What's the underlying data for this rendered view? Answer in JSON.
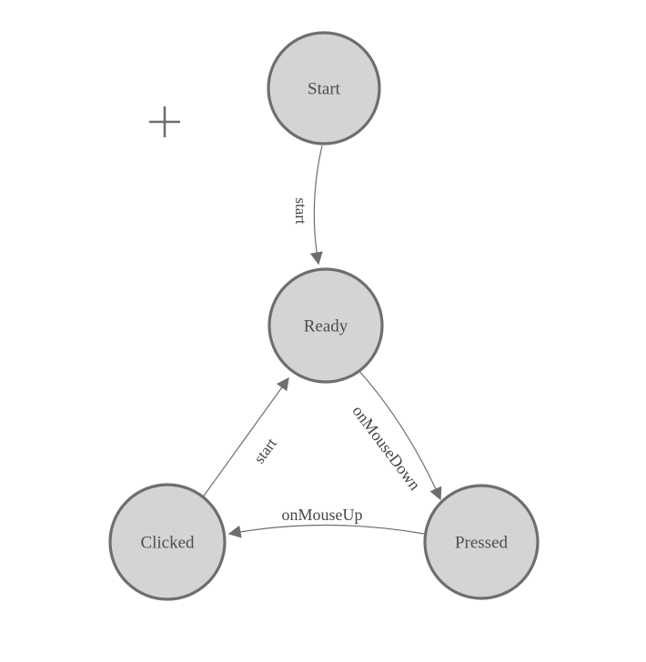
{
  "canvas": {
    "background": "#ffffff"
  },
  "diagram": {
    "type": "state-machine",
    "colors": {
      "node_fill": "#d4d4d4",
      "node_border": "#6e6e6e",
      "edge": "#6e6e6e",
      "arrowhead": "#6e6e6e",
      "node_label": "#4d4d52",
      "edge_label": "#454545"
    },
    "nodes": [
      {
        "id": "start",
        "label": "Start"
      },
      {
        "id": "ready",
        "label": "Ready"
      },
      {
        "id": "clicked",
        "label": "Clicked"
      },
      {
        "id": "pressed",
        "label": "Pressed"
      }
    ],
    "edges": [
      {
        "from": "start",
        "to": "ready",
        "label": "start"
      },
      {
        "from": "ready",
        "to": "pressed",
        "label": "onMouseDown"
      },
      {
        "from": "pressed",
        "to": "clicked",
        "label": "onMouseUp"
      },
      {
        "from": "clicked",
        "to": "ready",
        "label": "start"
      }
    ],
    "cursor_mark": {
      "icon": "plus-crosshair"
    }
  }
}
